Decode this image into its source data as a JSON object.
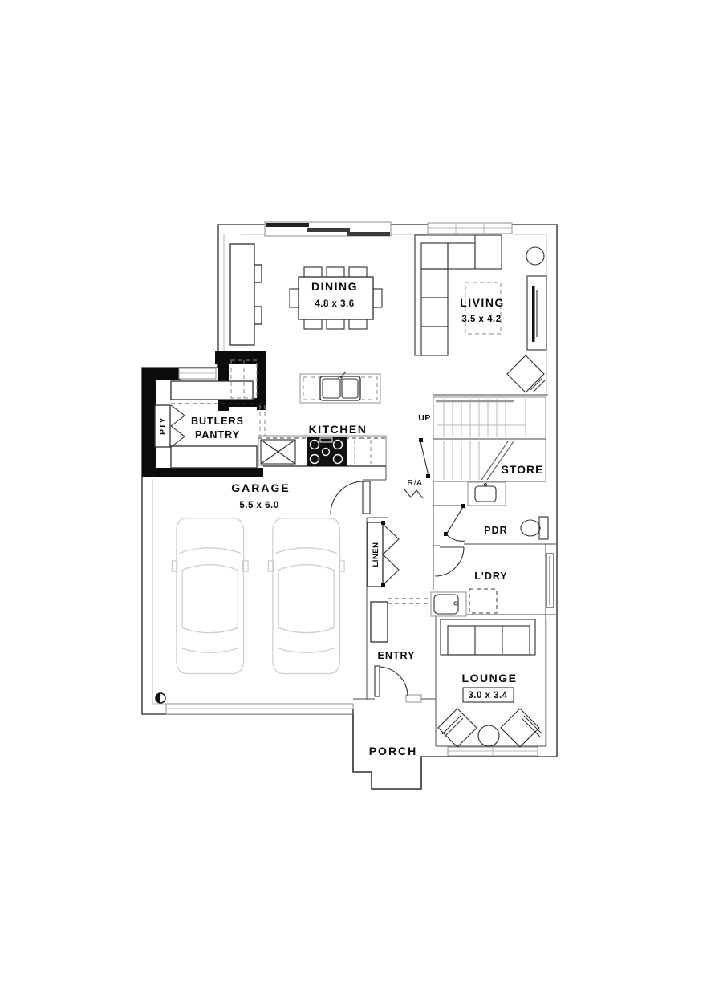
{
  "plan": {
    "rooms": {
      "dining": {
        "label": "DINING",
        "dims": "4.8 x 3.6"
      },
      "living": {
        "label": "LIVING",
        "dims": "3.5 x 4.2"
      },
      "kitchen": {
        "label": "KITCHEN"
      },
      "butlers_pantry": {
        "line1": "BUTLERS",
        "line2": "PANTRY"
      },
      "pantry_cupboard": {
        "label": "PTY"
      },
      "garage": {
        "label": "GARAGE",
        "dims": "5.5 x 6.0"
      },
      "stairs": {
        "direction": "UP"
      },
      "store": {
        "label": "STORE"
      },
      "return_air": {
        "label": "R/A"
      },
      "powder": {
        "label": "PDR"
      },
      "laundry": {
        "label": "L'DRY"
      },
      "linen": {
        "label": "LINEN"
      },
      "entry": {
        "label": "ENTRY"
      },
      "lounge": {
        "label": "LOUNGE",
        "dims": "3.0 x 3.4"
      },
      "porch": {
        "label": "PORCH"
      }
    },
    "colors": {
      "wall": "#4a4a4a",
      "solid_wall": "#0c0c0c",
      "light_line": "#b9b9b9",
      "car_outline": "#cdcdcd",
      "background": "#ffffff"
    }
  }
}
